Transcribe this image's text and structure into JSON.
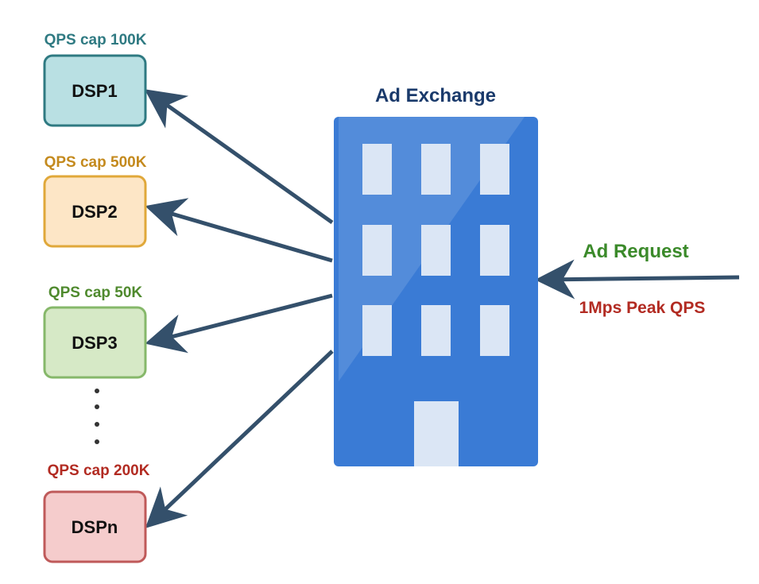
{
  "exchange": {
    "title": "Ad Exchange",
    "title_color": "#1a3a6b",
    "body_color": "#3a7bd5",
    "window_color": "#dbe6f5"
  },
  "request": {
    "label": "Ad Request",
    "label_color": "#3b8a2a",
    "peak": "1Mps Peak QPS",
    "peak_color": "#b22b22"
  },
  "arrow_color": "#34506b",
  "dsps": [
    {
      "name": "DSP1",
      "cap": "QPS cap 100K",
      "fill": "#b9e0e3",
      "stroke": "#2f7a82",
      "cap_color": "#2f7a82"
    },
    {
      "name": "DSP2",
      "cap": "QPS cap 500K",
      "fill": "#fde6c6",
      "stroke": "#e0a83a",
      "cap_color": "#c48a1e"
    },
    {
      "name": "DSP3",
      "cap": "QPS cap 50K",
      "fill": "#d6e9c6",
      "stroke": "#86b86a",
      "cap_color": "#4f8a2e"
    },
    {
      "name": "DSPn",
      "cap": "QPS cap 200K",
      "fill": "#f5cccc",
      "stroke": "#bf5a5a",
      "cap_color": "#b22b22"
    }
  ],
  "ellipsis": "⋮"
}
